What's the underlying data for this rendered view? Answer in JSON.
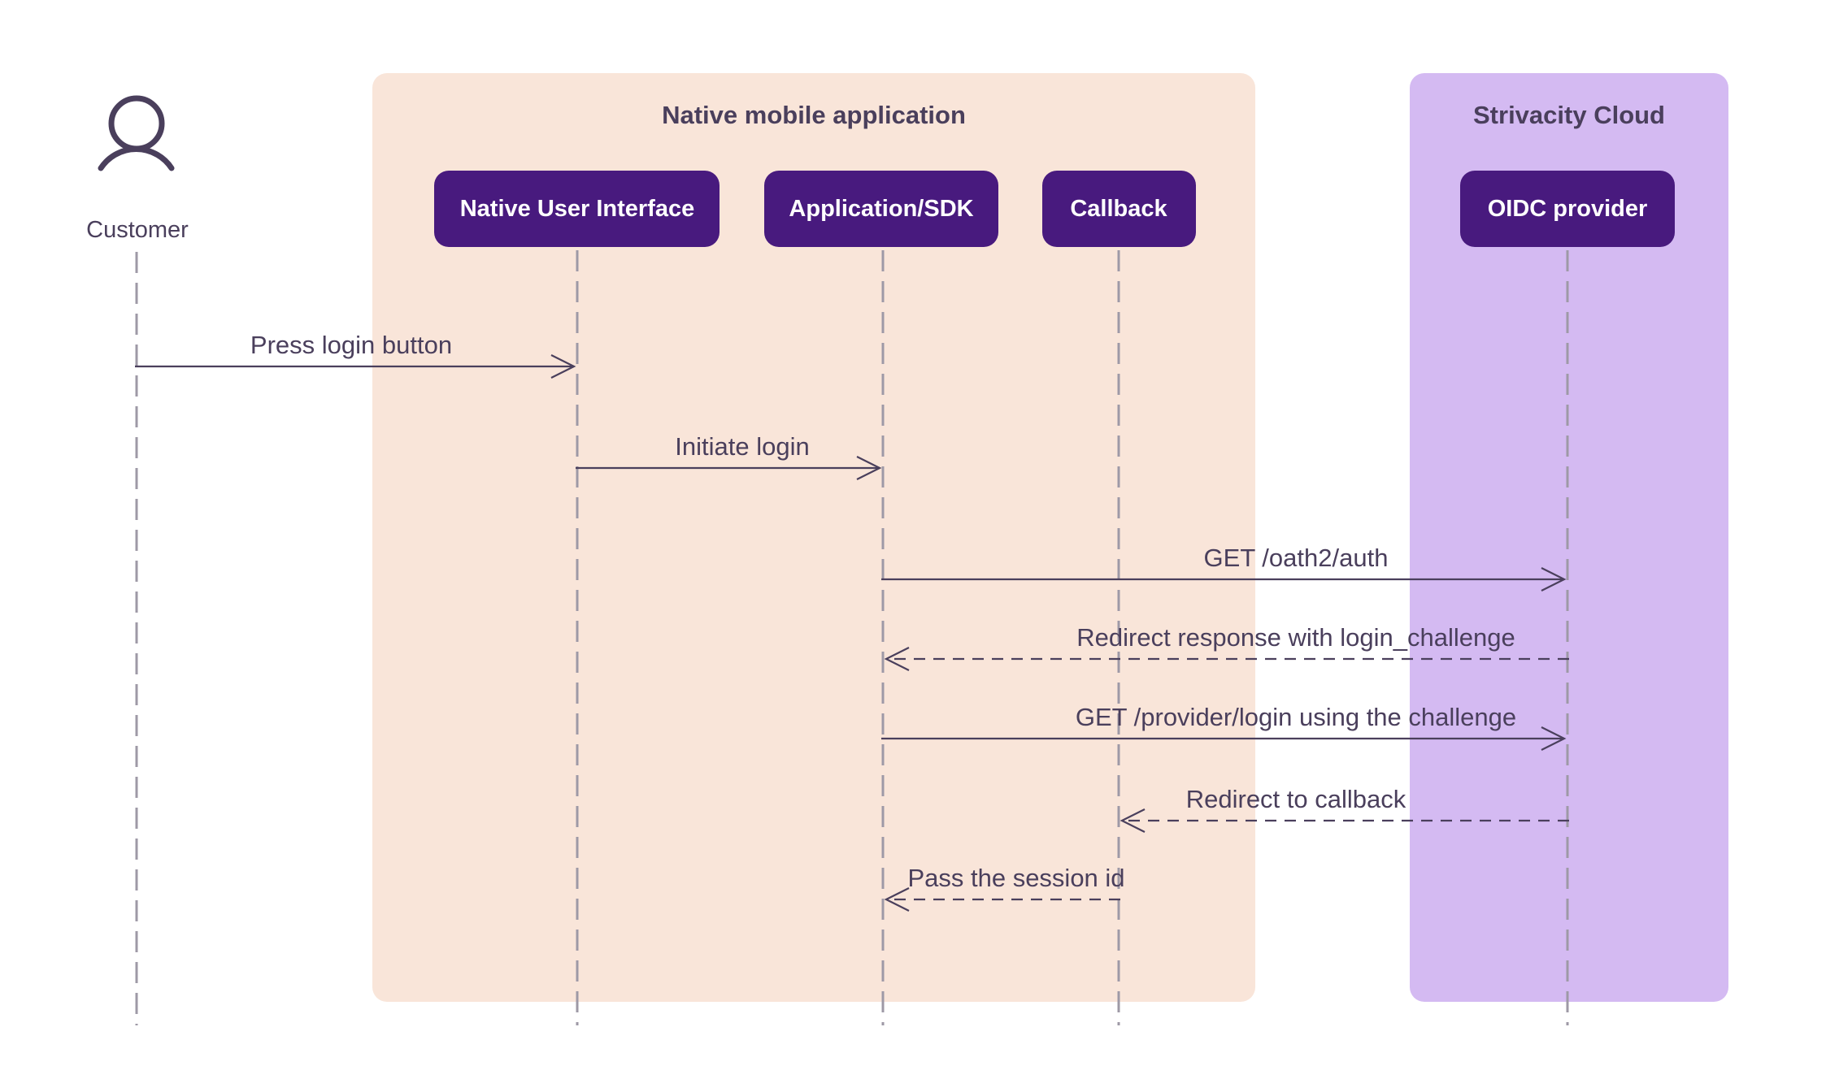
{
  "colors": {
    "native_group_bg": "#f9e5d9",
    "cloud_group_bg": "#d4baf2",
    "participant_box": "#481a7e",
    "text": "#4a3f5c",
    "lifeline": "#9e99a6"
  },
  "actor": {
    "label": "Customer",
    "icon": "user-icon"
  },
  "groups": [
    {
      "id": "native",
      "title": "Native mobile application"
    },
    {
      "id": "cloud",
      "title": "Strivacity Cloud"
    }
  ],
  "participants": [
    {
      "id": "customer",
      "label": "Customer"
    },
    {
      "id": "nui",
      "label": "Native User Interface"
    },
    {
      "id": "sdk",
      "label": "Application/SDK"
    },
    {
      "id": "callback",
      "label": "Callback"
    },
    {
      "id": "oidc",
      "label": "OIDC provider"
    }
  ],
  "messages": [
    {
      "from": "customer",
      "to": "nui",
      "label": "Press login button",
      "style": "solid"
    },
    {
      "from": "nui",
      "to": "sdk",
      "label": "Initiate login",
      "style": "solid"
    },
    {
      "from": "sdk",
      "to": "oidc",
      "label": "GET /oath2/auth",
      "style": "solid"
    },
    {
      "from": "oidc",
      "to": "sdk",
      "label": "Redirect response with login_challenge",
      "style": "dashed"
    },
    {
      "from": "sdk",
      "to": "oidc",
      "label": "GET /provider/login using the challenge",
      "style": "solid"
    },
    {
      "from": "oidc",
      "to": "callback",
      "label": "Redirect to callback",
      "style": "dashed"
    },
    {
      "from": "callback",
      "to": "sdk",
      "label": "Pass the session id",
      "style": "dashed"
    }
  ]
}
